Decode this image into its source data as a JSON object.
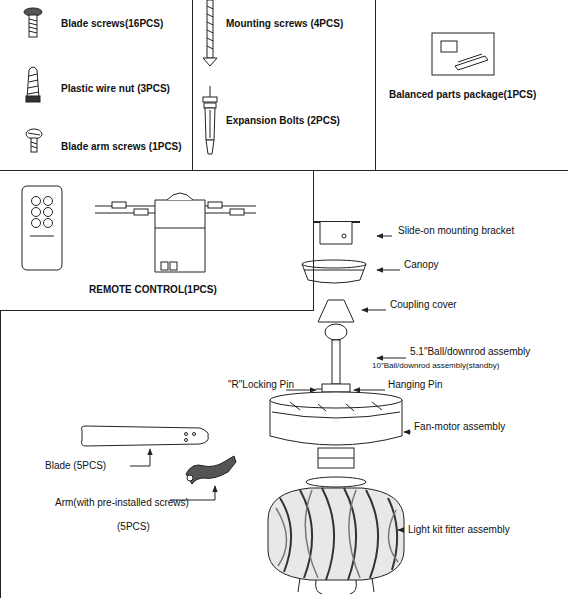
{
  "diagram": {
    "nodes": [
      {
        "text": [
          "Blade screws(16PCS)",
          "Plastic wire nut (3PCS)",
          "Blade arm screws (1PCS)"
        ]
      },
      {
        "text": [
          "Mounting screws (4PCS)",
          "Expansion Bolts (2PCS)"
        ]
      },
      {
        "text": [
          "Balanced parts package(1PCS)"
        ]
      },
      {
        "text": [
          "REMOTE CONTROL(1PCS)"
        ]
      }
    ],
    "labels": [
      "Slide-on mounting bracket",
      "Canopy",
      "Coupling cover",
      "5.1\"Ball/downrod assembly",
      "10\"Ball/downrod assembly(standby)",
      "\"R\"Locking Pin",
      "Hanging Pin",
      "Fan-motor assembly",
      "Blade (5PCS)",
      "Arm(with pre-installed screws)",
      "(5PCS)",
      "Light kit fitter assembly"
    ]
  }
}
